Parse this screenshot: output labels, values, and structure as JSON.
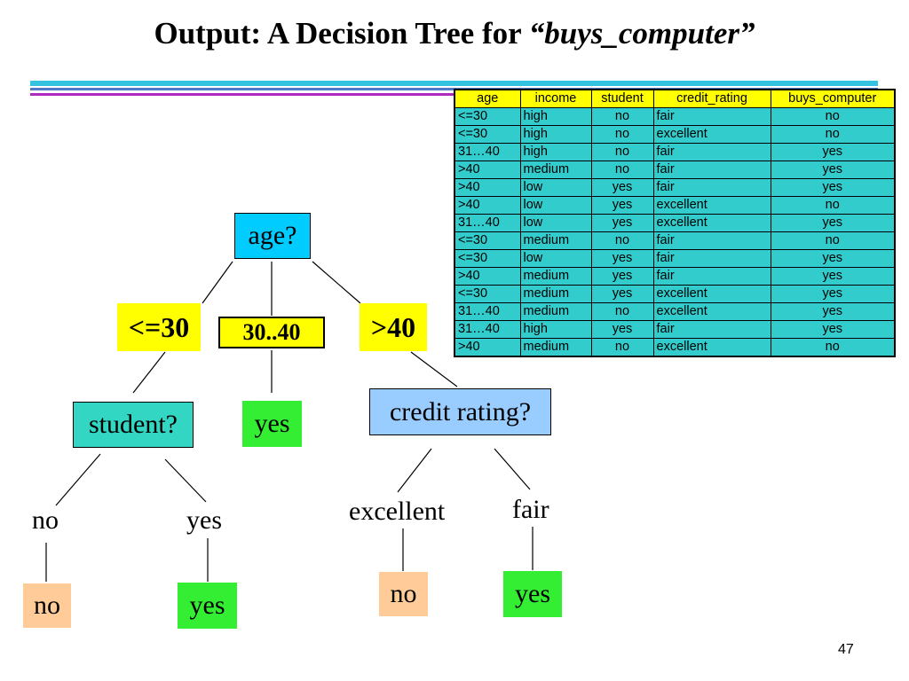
{
  "slide": {
    "title_prefix": "Output: A Decision Tree for ",
    "title_emphasis": "“buys_computer”",
    "page_number": "47"
  },
  "table": {
    "headers": [
      "age",
      "income",
      "student",
      "credit_rating",
      "buys_computer"
    ],
    "rows": [
      [
        "<=30",
        "high",
        "no",
        "fair",
        "no"
      ],
      [
        "<=30",
        "high",
        "no",
        "excellent",
        "no"
      ],
      [
        "31…40",
        "high",
        "no",
        "fair",
        "yes"
      ],
      [
        ">40",
        "medium",
        "no",
        "fair",
        "yes"
      ],
      [
        ">40",
        "low",
        "yes",
        "fair",
        "yes"
      ],
      [
        ">40",
        "low",
        "yes",
        "excellent",
        "no"
      ],
      [
        "31…40",
        "low",
        "yes",
        "excellent",
        "yes"
      ],
      [
        "<=30",
        "medium",
        "no",
        "fair",
        "no"
      ],
      [
        "<=30",
        "low",
        "yes",
        "fair",
        "yes"
      ],
      [
        ">40",
        "medium",
        "yes",
        "fair",
        "yes"
      ],
      [
        "<=30",
        "medium",
        "yes",
        "excellent",
        "yes"
      ],
      [
        "31…40",
        "medium",
        "no",
        "excellent",
        "yes"
      ],
      [
        "31…40",
        "high",
        "yes",
        "fair",
        "yes"
      ],
      [
        ">40",
        "medium",
        "no",
        "excellent",
        "no"
      ]
    ]
  },
  "tree": {
    "root": "age?",
    "branch_le30": "<=30",
    "branch_3040": "30..40",
    "branch_gt40": ">40",
    "student_node": "student?",
    "mid_leaf": "yes",
    "credit_node": "credit rating?",
    "student_no": "no",
    "student_yes": "yes",
    "credit_excellent": "excellent",
    "credit_fair": "fair",
    "leaf_no_left": "no",
    "leaf_yes_left": "yes",
    "leaf_no_right": "no",
    "leaf_yes_right": "yes"
  },
  "colors": {
    "table_header": "#ffff00",
    "table_body": "#33cccc",
    "root_node": "#00ccff",
    "branch_label": "#ffff00",
    "student_node": "#33d6c2",
    "credit_node": "#99ccff",
    "yes_leaf": "#33ee33",
    "no_leaf": "#ffcc99"
  }
}
